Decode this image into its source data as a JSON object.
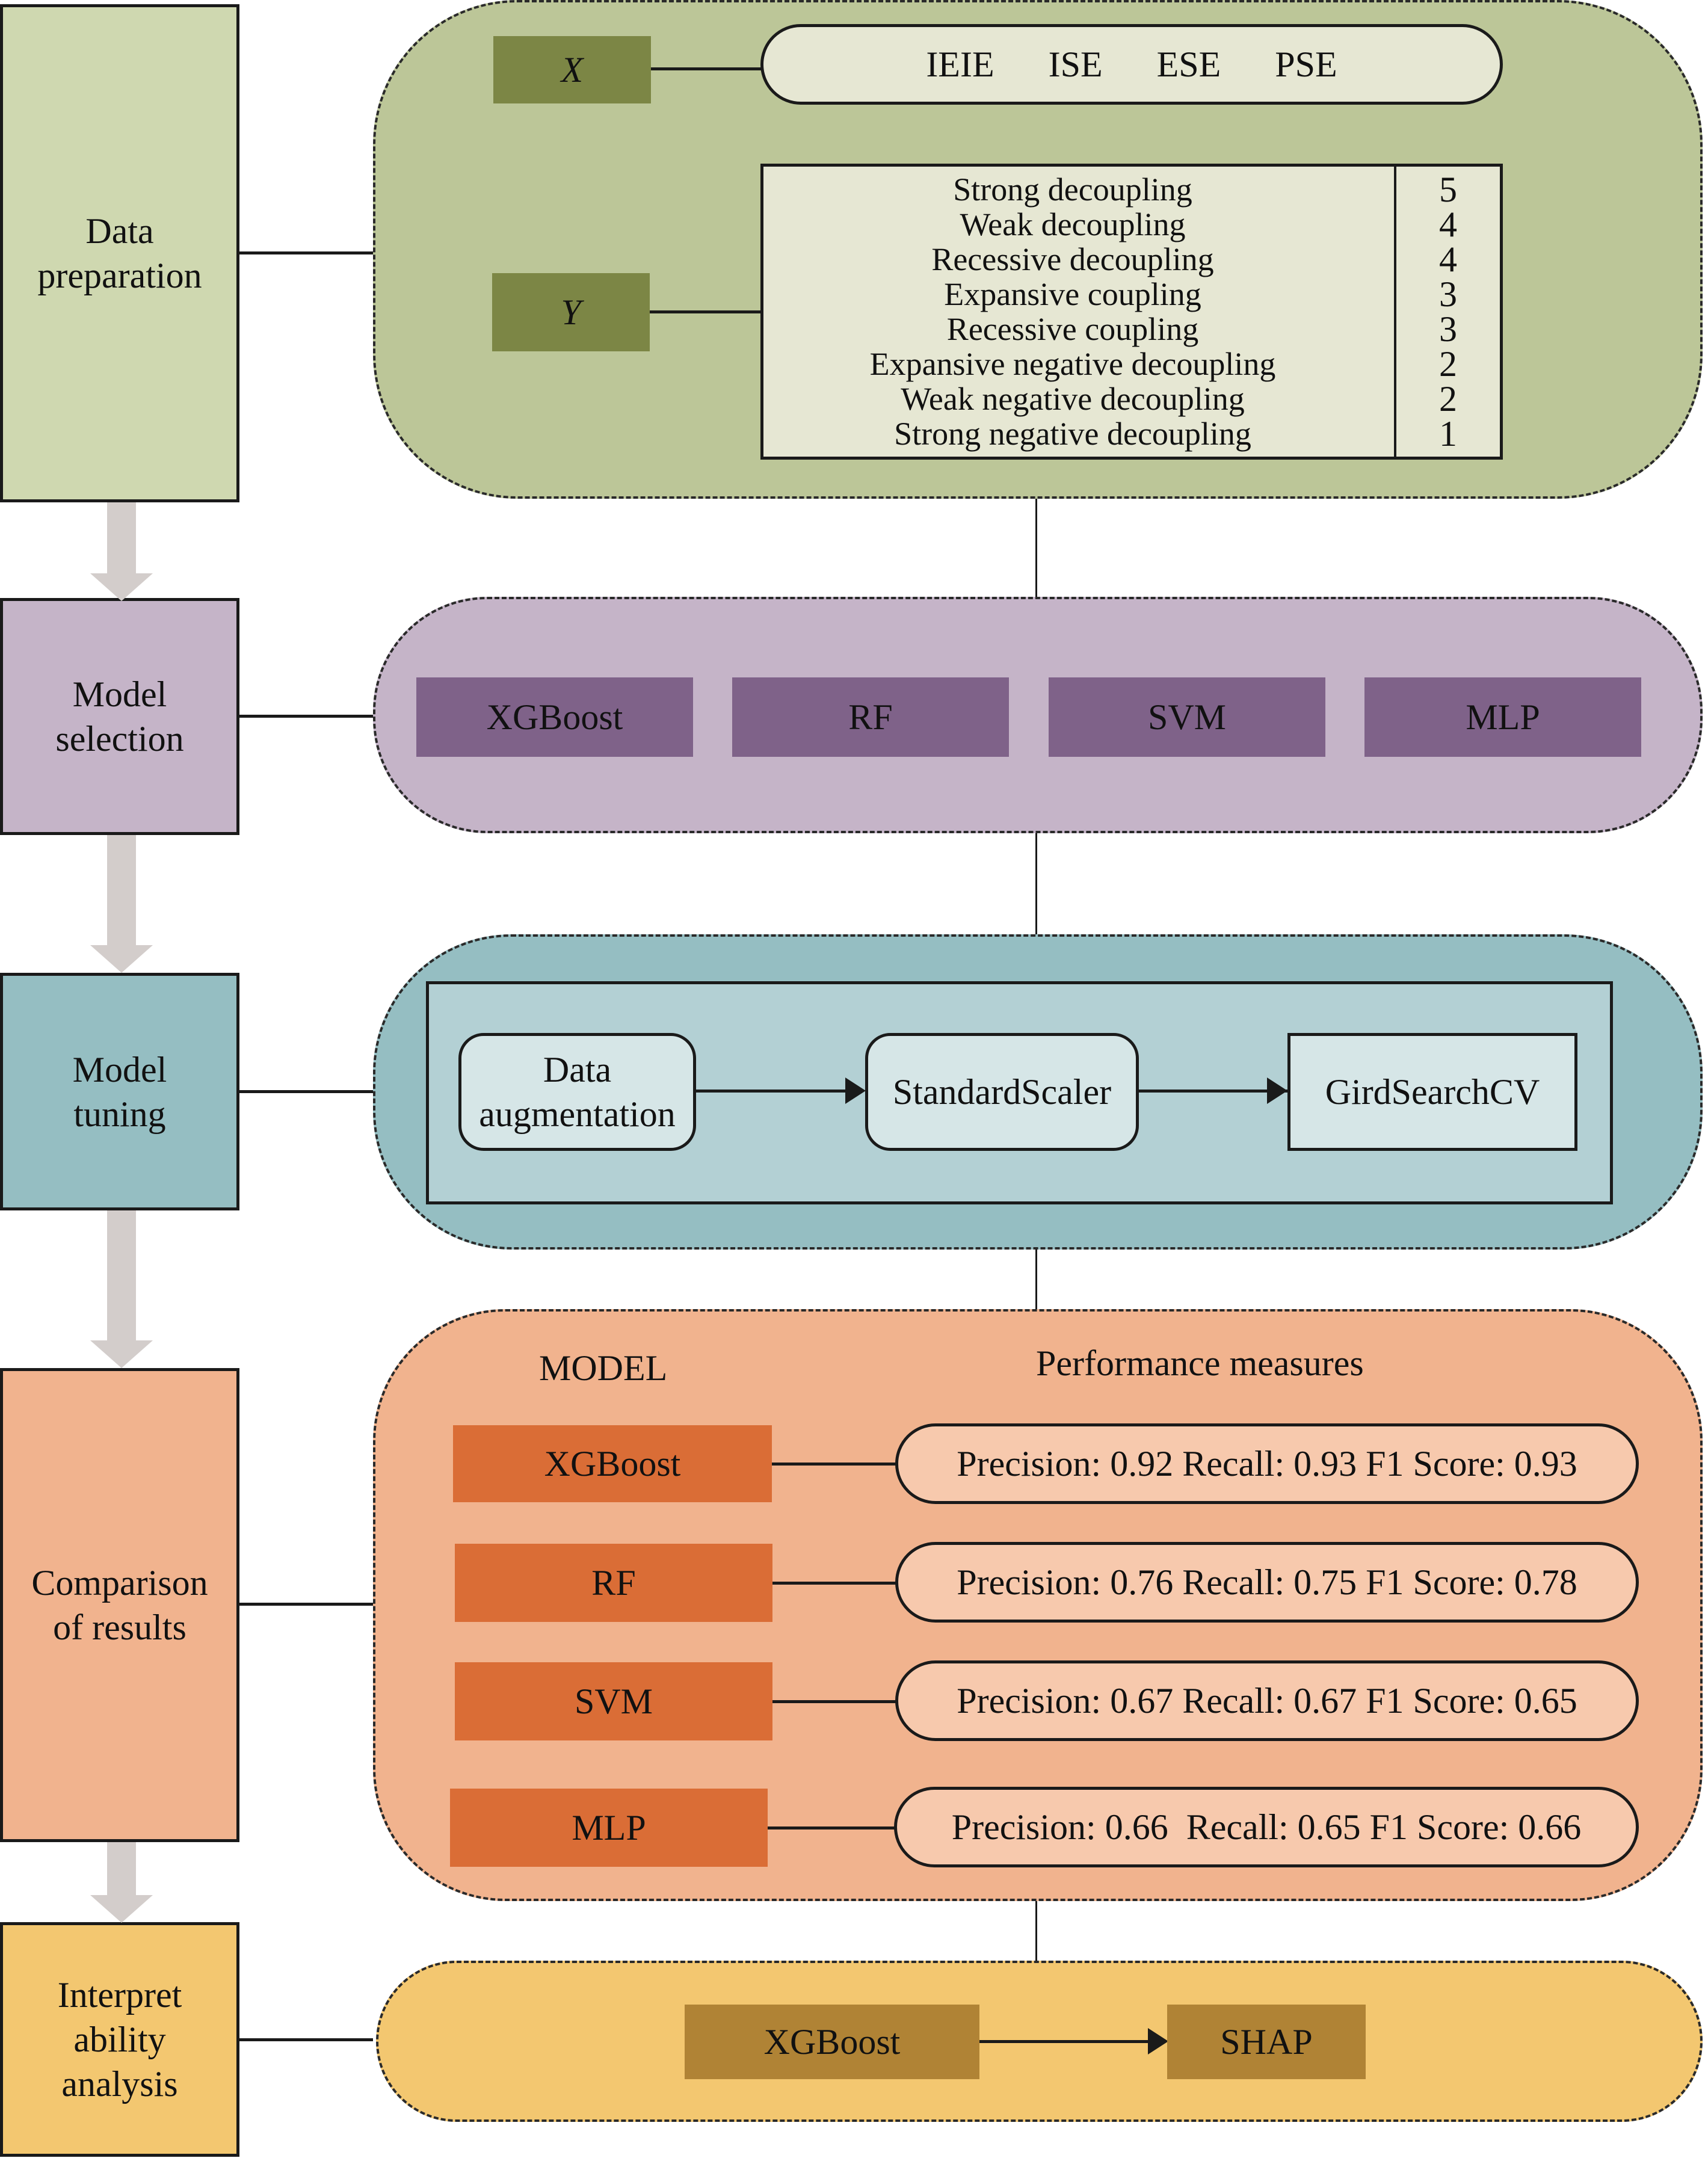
{
  "stages": [
    {
      "label": "Data\npreparation",
      "color": "#cfd8b0"
    },
    {
      "label": "Model\nselection",
      "color": "#c5b4c8"
    },
    {
      "label": "Model\ntuning",
      "color": "#95bec2"
    },
    {
      "label": "Comparison\nof results",
      "color": "#f1b38e"
    },
    {
      "label": "Interpret\nability\nanalysis",
      "color": "#f3c770"
    }
  ],
  "data_preparation": {
    "panel_color": "#bcc698",
    "x_label": "X",
    "y_label": "Y",
    "variable_box_color": "#7c8645",
    "x_features": [
      "IEIE",
      "ISE",
      "ESE",
      "PSE"
    ],
    "y_classes": [
      {
        "name": "Strong decoupling",
        "score": "5"
      },
      {
        "name": "Weak decoupling",
        "score": "4"
      },
      {
        "name": "Recessive decoupling",
        "score": "4"
      },
      {
        "name": "Expansive coupling",
        "score": "3"
      },
      {
        "name": "Recessive coupling",
        "score": "3"
      },
      {
        "name": "Expansive negative decoupling",
        "score": "2"
      },
      {
        "name": "Weak negative decoupling",
        "score": "2"
      },
      {
        "name": "Strong negative decoupling",
        "score": "1"
      }
    ]
  },
  "model_selection": {
    "panel_color": "#c5b4c8",
    "box_color": "#7f6289",
    "models": [
      "XGBoost",
      "RF",
      "SVM",
      "MLP"
    ]
  },
  "model_tuning": {
    "panel_color": "#95bec2",
    "inner_color": "#b3d0d4",
    "step_color": "#d6e6e7",
    "steps": [
      "Data\naugmentation",
      "StandardScaler",
      "GirdSearchCV"
    ]
  },
  "comparison": {
    "panel_color": "#f1b38e",
    "model_header": "MODEL",
    "measures_header": "Performance measures",
    "model_box_color": "#da6d36",
    "pill_color": "#f7c9ad",
    "rows": [
      {
        "model": "XGBoost",
        "measures": "Precision: 0.92 Recall: 0.93 F1 Score: 0.93"
      },
      {
        "model": "RF",
        "measures": "Precision: 0.76 Recall: 0.75 F1 Score: 0.78"
      },
      {
        "model": "SVM",
        "measures": "Precision: 0.67 Recall: 0.67 F1 Score: 0.65"
      },
      {
        "model": "MLP",
        "measures": "Precision: 0.66  Recall: 0.65 F1 Score: 0.66"
      }
    ]
  },
  "interpretability": {
    "panel_color": "#f3c770",
    "box_color": "#b08335",
    "from": "XGBoost",
    "to": "SHAP"
  }
}
